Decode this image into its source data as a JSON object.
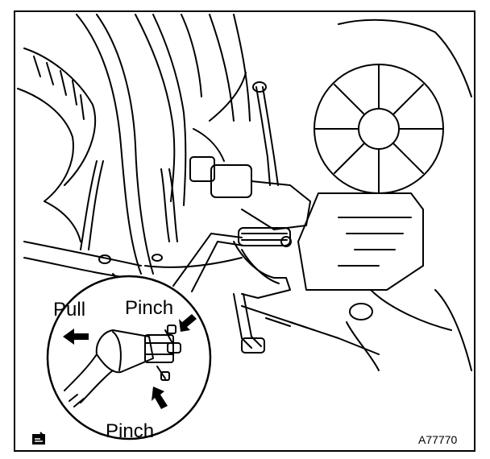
{
  "labels": {
    "pull": "Pull",
    "pinch_top": "Pinch",
    "pinch_bottom": "Pinch"
  },
  "figure_code": "A77770",
  "icons": {
    "corner_symbol": "hand-note-icon"
  },
  "colors": {
    "ink": "#000000",
    "paper": "#ffffff"
  }
}
